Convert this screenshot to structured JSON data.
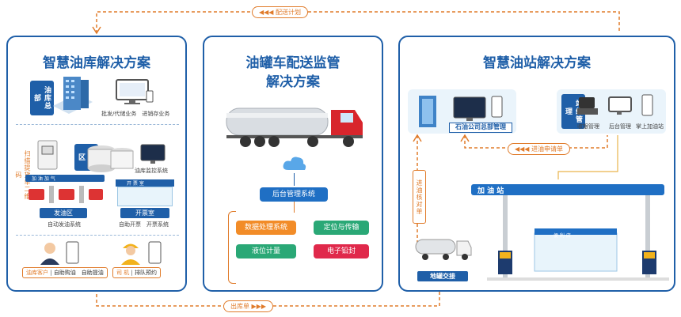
{
  "top_arrow": "配送计划",
  "bottom_arrow": "出库单",
  "oil_depot": {
    "title": "智慧油库解决方案",
    "hq_label": "油库总部",
    "hq_caption": "批发/代储业务　进销存业务",
    "storage_label": "储罐区",
    "side_vertical_label": "扫描提货单二维码",
    "monitor_caption": "油库监控系统",
    "gas_area_label": "发油区",
    "gas_area_caption": "自动发油系统",
    "ticket_label": "开票室",
    "ticket_caption": "自助开票　开票系统",
    "client_tag_orange": "油库客户",
    "client_tag_rest": "自助购油　自助提油",
    "driver_tag_orange": "司 机",
    "driver_tag_rest": "排队预约",
    "canopy_sign": "加 油 加 气",
    "ticket_sign": "开 票 室"
  },
  "tanker": {
    "title_line1": "油罐车配送监管",
    "title_line2": "解决方案",
    "backend": "后台管理系统",
    "boxes": [
      "数据处理系统",
      "定位与传输",
      "液位计量",
      "电子铅封"
    ],
    "box_colors": [
      "#f28c28",
      "#2aa876",
      "#2aa876",
      "#e0294b"
    ]
  },
  "station": {
    "title": "智慧油站解决方案",
    "hq_caption": "石油公司总部管理",
    "mgmt_label": "站级管理",
    "mgmt_captions": [
      "收银管理",
      "后台管理",
      "掌上加油站"
    ],
    "request_arrow": "进油申请单",
    "verify_vertical": "进油核对单",
    "handover": "地罐交接",
    "canopy": "加 油 站",
    "shop_sign": "便 利 店"
  }
}
